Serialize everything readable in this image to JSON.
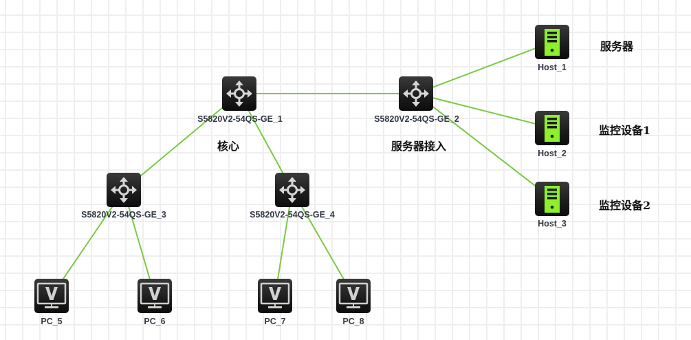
{
  "diagram": {
    "type": "network-topology",
    "colors": {
      "link": "#7ac943",
      "server_screen": "#8cf02b",
      "device_body": "#1e1e1e",
      "grid": "#efefef"
    },
    "nodes": [
      {
        "id": "S5820V2-54QS-GE_1",
        "label": "S5820V2-54QS-GE_1",
        "kind": "switch",
        "icon": "switch-arrows-icon"
      },
      {
        "id": "S5820V2-54QS-GE_2",
        "label": "S5820V2-54QS-GE_2",
        "kind": "switch",
        "icon": "switch-arrows-icon"
      },
      {
        "id": "S5820V2-54QS-GE_3",
        "label": "S5820V2-54QS-GE_3",
        "kind": "switch",
        "icon": "switch-arrows-icon"
      },
      {
        "id": "S5820V2-54QS-GE_4",
        "label": "S5820V2-54QS-GE_4",
        "kind": "switch",
        "icon": "switch-arrows-icon"
      },
      {
        "id": "Host_1",
        "label": "Host_1",
        "kind": "server",
        "icon": "server-icon"
      },
      {
        "id": "Host_2",
        "label": "Host_2",
        "kind": "server",
        "icon": "server-icon"
      },
      {
        "id": "Host_3",
        "label": "Host_3",
        "kind": "server",
        "icon": "server-icon"
      },
      {
        "id": "PC_5",
        "label": "PC_5",
        "kind": "pc",
        "icon": "monitor-icon"
      },
      {
        "id": "PC_6",
        "label": "PC_6",
        "kind": "pc",
        "icon": "monitor-icon"
      },
      {
        "id": "PC_7",
        "label": "PC_7",
        "kind": "pc",
        "icon": "monitor-icon"
      },
      {
        "id": "PC_8",
        "label": "PC_8",
        "kind": "pc",
        "icon": "monitor-icon"
      }
    ],
    "links": [
      [
        "S5820V2-54QS-GE_1",
        "S5820V2-54QS-GE_2"
      ],
      [
        "S5820V2-54QS-GE_1",
        "S5820V2-54QS-GE_3"
      ],
      [
        "S5820V2-54QS-GE_1",
        "S5820V2-54QS-GE_4"
      ],
      [
        "S5820V2-54QS-GE_2",
        "Host_1"
      ],
      [
        "S5820V2-54QS-GE_2",
        "Host_2"
      ],
      [
        "S5820V2-54QS-GE_2",
        "Host_3"
      ],
      [
        "S5820V2-54QS-GE_3",
        "PC_5"
      ],
      [
        "S5820V2-54QS-GE_3",
        "PC_6"
      ],
      [
        "S5820V2-54QS-GE_4",
        "PC_7"
      ],
      [
        "S5820V2-54QS-GE_4",
        "PC_8"
      ]
    ],
    "annotations": {
      "core": "核心",
      "server_access": "服务器接入",
      "server": "服务器",
      "monitor_1": "监控设备1",
      "monitor_2": "监控设备2"
    }
  }
}
